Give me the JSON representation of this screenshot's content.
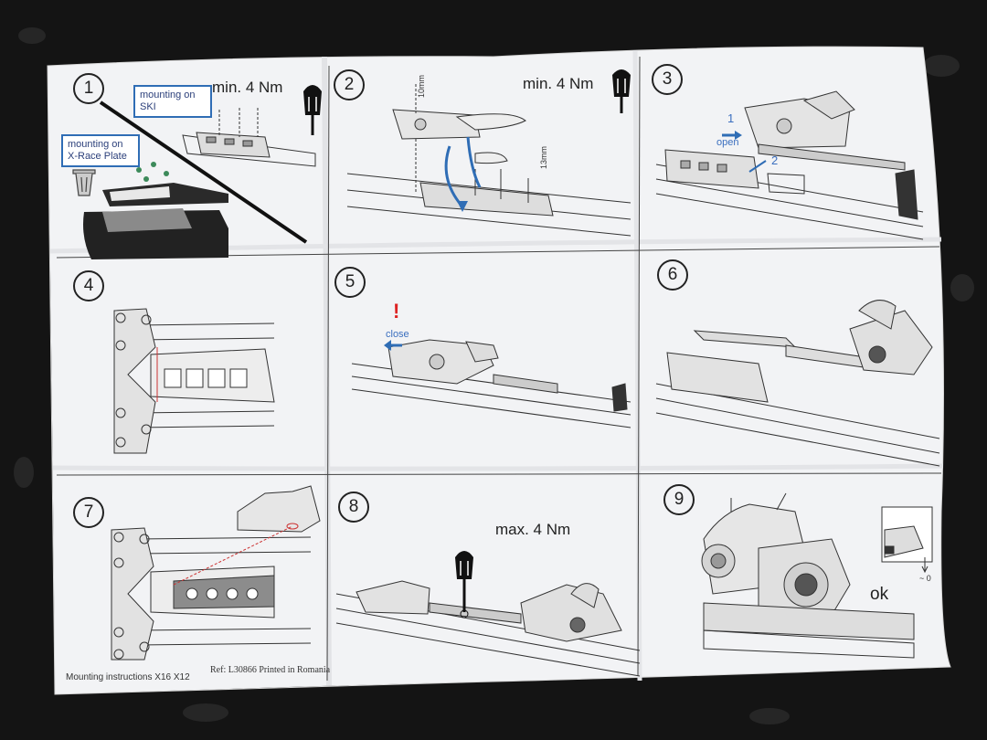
{
  "sheet": {
    "footer_left": "Mounting instructions X16 X12",
    "footer_right": "Ref: L30866 Printed in Romania"
  },
  "steps": [
    {
      "number": "1",
      "torque": "min. 4 Nm",
      "label_ski": "mounting on SKI",
      "label_plate": "mounting on X-Race Plate"
    },
    {
      "number": "2",
      "torque": "min. 4 Nm",
      "dim_a": "10mm",
      "dim_b": "13mm"
    },
    {
      "number": "3",
      "arrow_1": "1",
      "arrow_1_label": "open",
      "arrow_2": "2"
    },
    {
      "number": "4"
    },
    {
      "number": "5",
      "mark": "!",
      "label": "close"
    },
    {
      "number": "6"
    },
    {
      "number": "7"
    },
    {
      "number": "8",
      "torque": "max. 4 Nm"
    },
    {
      "number": "9",
      "result": "ok",
      "gap": "~ 0"
    }
  ],
  "colors": {
    "paper": "#f3f4f6",
    "ink": "#222222",
    "accent_blue": "#2f6db5",
    "alert_red": "#d22222",
    "background": "#141414"
  }
}
